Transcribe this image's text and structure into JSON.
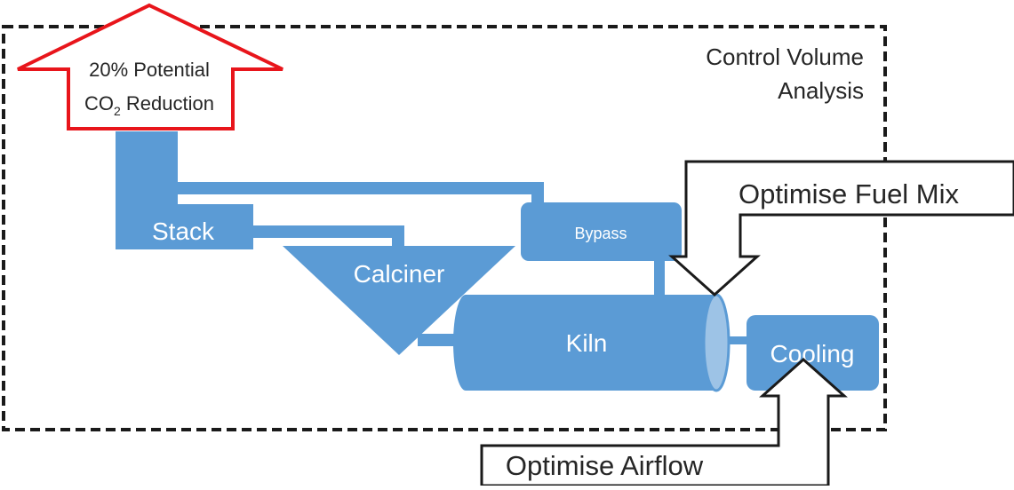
{
  "reduction_arrow": {
    "line1": "20% Potential",
    "line2_prefix": "CO",
    "line2_sub": "2",
    "line2_suffix": " Reduction",
    "color": "#e8151b"
  },
  "control_volume": {
    "line1": "Control Volume",
    "line2": "Analysis"
  },
  "components": {
    "stack": "Stack",
    "bypass": "Bypass",
    "calciner": "Calciner",
    "kiln": "Kiln",
    "cooling": "Cooling"
  },
  "callouts": {
    "fuel_mix": "Optimise Fuel Mix",
    "airflow": "Optimise Airflow"
  },
  "colors": {
    "component_fill": "#5b9bd5",
    "kiln_end": "#9dc3e6",
    "border": "#1a1a1a"
  }
}
